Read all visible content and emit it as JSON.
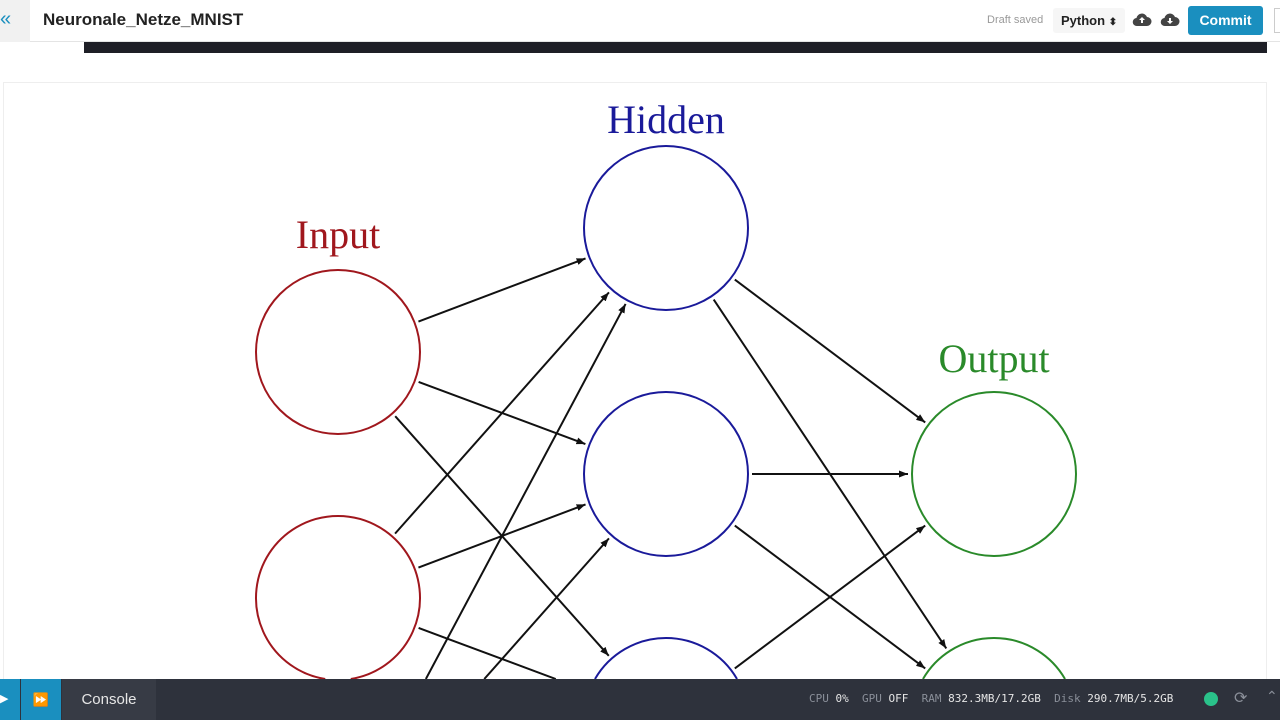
{
  "header": {
    "collapse_icon": "«",
    "title": "Neuronale_Netze_MNIST",
    "status": "Draft saved",
    "language": "Python",
    "language_caret": "⬍",
    "commit_label": "Commit"
  },
  "diagram": {
    "labels": {
      "input": "Input",
      "hidden": "Hidden",
      "output": "Output"
    },
    "colors": {
      "input": "#a0171d",
      "hidden": "#1a1a9a",
      "output": "#2a8a2a",
      "edge": "#111111"
    },
    "edges": [
      [
        "i1",
        "h1"
      ],
      [
        "i1",
        "h2"
      ],
      [
        "i1",
        "h3"
      ],
      [
        "i2",
        "h1"
      ],
      [
        "i2",
        "h2"
      ],
      [
        "i2",
        "h3"
      ],
      [
        "i3",
        "h1"
      ],
      [
        "i3",
        "h2"
      ],
      [
        "i3",
        "h3"
      ],
      [
        "h1",
        "o1"
      ],
      [
        "h1",
        "o2"
      ],
      [
        "h2",
        "o1"
      ],
      [
        "h2",
        "o2"
      ],
      [
        "h3",
        "o1"
      ],
      [
        "h3",
        "o2"
      ]
    ]
  },
  "bottom": {
    "run_icon": "▶",
    "run_all_icon": "⏩",
    "console_label": "Console",
    "cpu_label": "CPU",
    "cpu": "0%",
    "gpu_label": "GPU",
    "gpu": "OFF",
    "ram_label": "RAM",
    "ram": "832.3MB/17.2GB",
    "disk_label": "Disk",
    "disk": "290.7MB/5.2GB",
    "status_color": "#2ac28a"
  }
}
